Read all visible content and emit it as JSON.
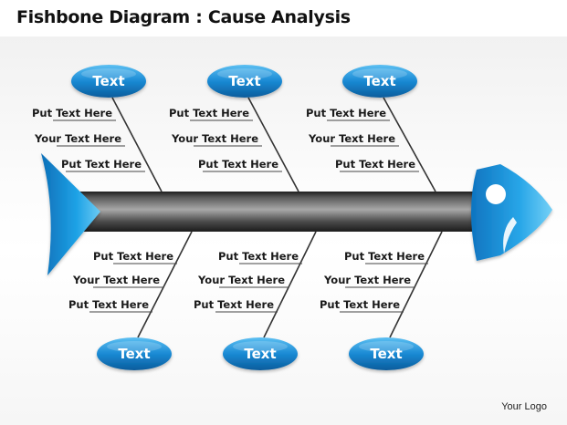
{
  "title": "Fishbone Diagram : Cause Analysis",
  "logo": "Your Logo",
  "colors": {
    "accent": "#1f8fd6",
    "accent_dark": "#0b5f9e",
    "spine": "#3a3a3a"
  },
  "top_branches": [
    {
      "heading": "Text",
      "items": [
        "Put Text Here",
        "Your Text Here",
        "Put Text Here"
      ]
    },
    {
      "heading": "Text",
      "items": [
        "Put Text Here",
        "Your Text Here",
        "Put Text Here"
      ]
    },
    {
      "heading": "Text",
      "items": [
        "Put Text Here",
        "Your Text Here",
        "Put Text Here"
      ]
    }
  ],
  "bottom_branches": [
    {
      "heading": "Text",
      "items": [
        "Put Text Here",
        "Your Text Here",
        "Put Text Here"
      ]
    },
    {
      "heading": "Text",
      "items": [
        "Put Text Here",
        "Your Text Here",
        "Put Text Here"
      ]
    },
    {
      "heading": "Text",
      "items": [
        "Put Text Here",
        "Your Text Here",
        "Put Text Here"
      ]
    }
  ]
}
